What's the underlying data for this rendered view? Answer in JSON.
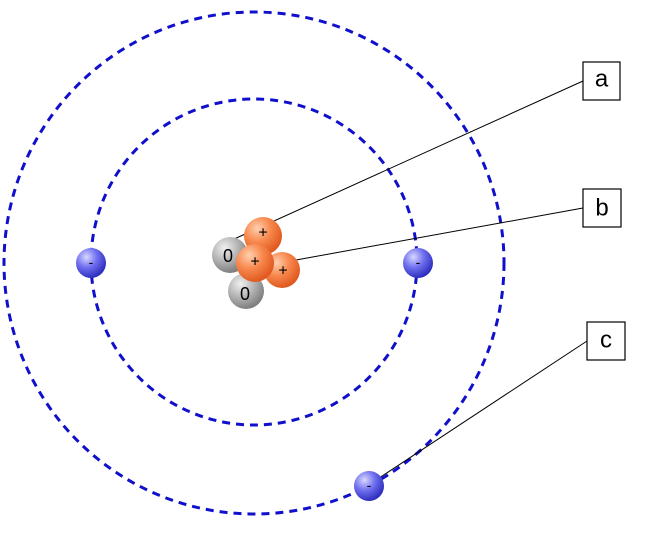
{
  "labels": {
    "a": "a",
    "b": "b",
    "c": "c"
  },
  "particles": {
    "proton_symbol": "+",
    "neutron_symbol": "0",
    "electron_symbol": "-"
  },
  "colors": {
    "orbit": "#1010cc",
    "proton": "#f47a45",
    "neutron": "#a8a8a8",
    "electron": "#5a5ae8"
  }
}
